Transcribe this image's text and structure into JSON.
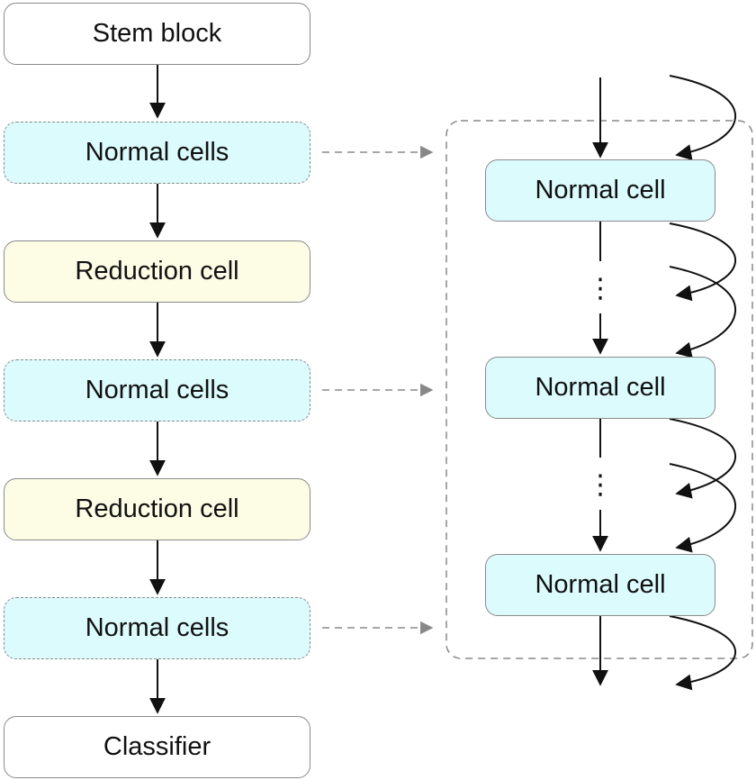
{
  "stem": {
    "label": "Stem block"
  },
  "normal_cells_1": {
    "label": "Normal cells"
  },
  "reduction_1": {
    "label": "Reduction cell"
  },
  "normal_cells_2": {
    "label": "Normal cells"
  },
  "reduction_2": {
    "label": "Reduction cell"
  },
  "normal_cells_3": {
    "label": "Normal cells"
  },
  "classifier": {
    "label": "Classifier"
  },
  "detail": {
    "cells": [
      {
        "label": "Normal cell"
      },
      {
        "label": "Normal cell"
      },
      {
        "label": "Normal cell"
      }
    ],
    "ellipsis": "⋮"
  },
  "colors": {
    "normal": "#dcfbfd",
    "reduction": "#fdfde6",
    "border": "#8a8a8a",
    "dashed_arrow": "#888888",
    "arrow": "#111111"
  }
}
